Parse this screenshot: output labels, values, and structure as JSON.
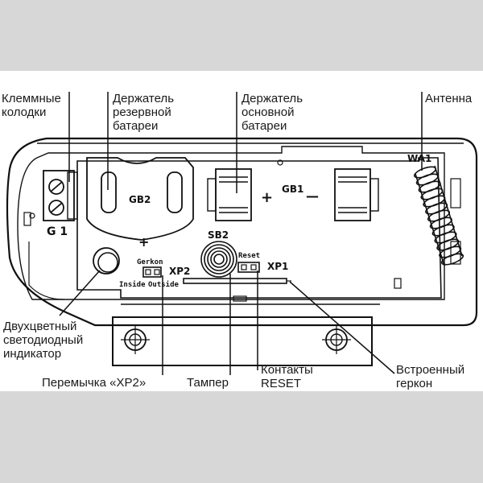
{
  "labels": {
    "terminal_blocks": [
      "Клеммные",
      "колодки"
    ],
    "backup_battery_holder": [
      "Держатель",
      "резервной",
      "батареи"
    ],
    "main_battery_holder": [
      "Держатель",
      "основной",
      "батареи"
    ],
    "antenna": [
      "Антенна"
    ],
    "led_indicator": [
      "Двухцветный",
      "светодиодный",
      "индикатор"
    ],
    "jumper_xp2": [
      "Перемычка «XP2»"
    ],
    "tamper": [
      "Тампер"
    ],
    "reset_contacts": [
      "Контакты",
      "RESET"
    ],
    "reed_switch": [
      "Встроенный",
      "геркон"
    ]
  },
  "pcb_marks": {
    "g1": "G 1",
    "gb2": "GB2",
    "gb1": "GB1",
    "sb2": "SB2",
    "wa1": "WA1",
    "xp2": "XP2",
    "xp1": "XP1",
    "reset": "Reset",
    "gerkon": "Gerkon",
    "inside": "Inside",
    "outside": "Outside",
    "plus": "+",
    "minus": "—"
  },
  "colors": {
    "background": "#d7d7d7",
    "device_fill": "#ffffff",
    "line": "#111111"
  }
}
